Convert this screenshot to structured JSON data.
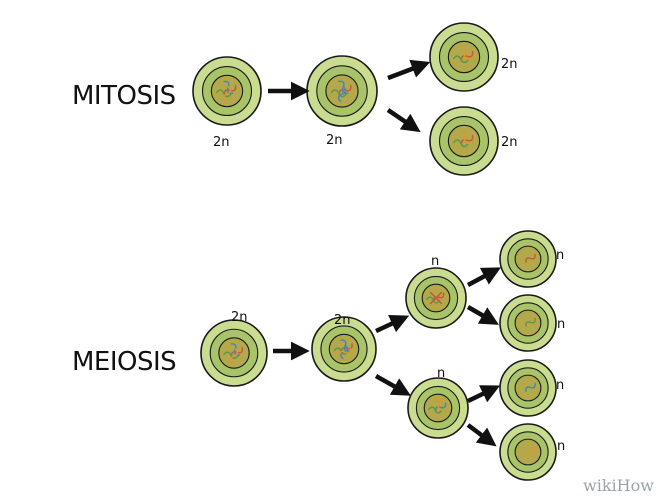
{
  "diagram": {
    "mitosis": {
      "title": "MITOSIS",
      "labels": [
        "2n",
        "2n",
        "2n",
        "2n"
      ]
    },
    "meiosis": {
      "title": "MEIOSIS",
      "labels": [
        "2n",
        "2n",
        "n",
        "n",
        "n",
        "n",
        "n",
        "n"
      ]
    }
  },
  "branding": {
    "watermark": "wikiHow"
  },
  "colors": {
    "membrane_outer": "#c9dc8f",
    "membrane_inner": "#dbe8ae",
    "cytoplasm": "#a9c468",
    "nucleus": "#b3a84a",
    "outline": "#1a1a1a",
    "chromosome_red": "#c85a3a",
    "chromosome_blue": "#4a86b8",
    "chromosome_green": "#5a9a50",
    "chromosome_orange": "#e0962e"
  }
}
